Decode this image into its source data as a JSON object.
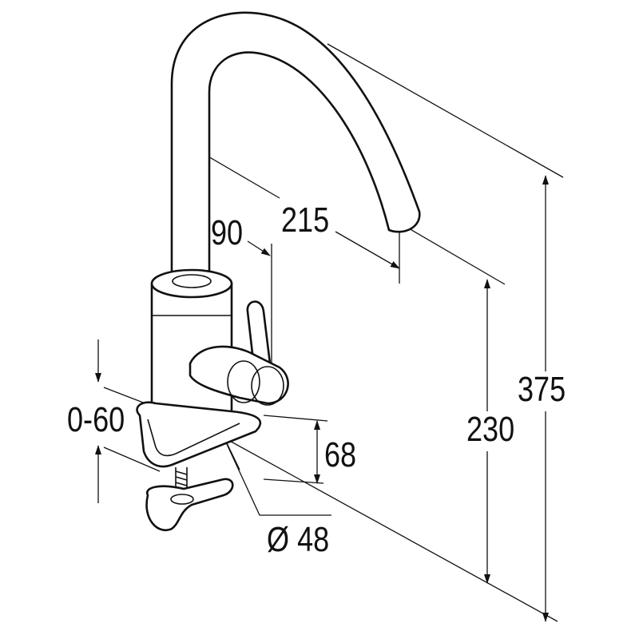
{
  "drawing": {
    "subject": "faucet",
    "dimensions": {
      "spout_reach": "215",
      "spout_offset": "90",
      "total_height": "375",
      "spout_height": "230",
      "base_height": "68",
      "mount_thickness": "0-60",
      "body_diameter": "Ø 48"
    },
    "line_color": "#111111",
    "background_color": "#ffffff"
  }
}
